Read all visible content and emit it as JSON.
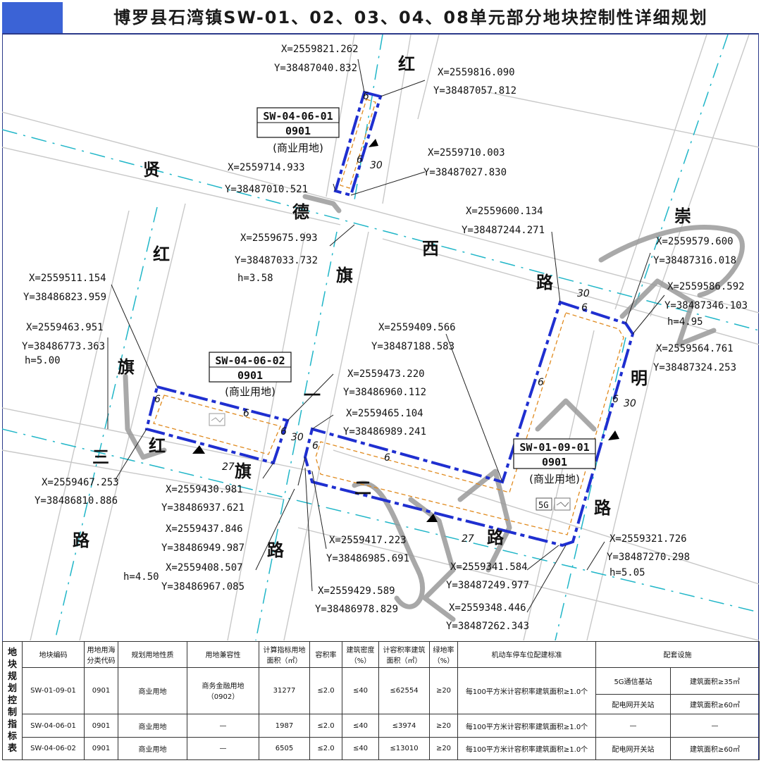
{
  "title": "博罗县石湾镇SW-01、02、03、04、08单元部分地块控制性详细规划",
  "roads": [
    {
      "text": "红",
      "id": "hong1"
    },
    {
      "text": "贤",
      "id": "xian"
    },
    {
      "text": "德",
      "id": "de"
    },
    {
      "text": "红",
      "id": "hong2"
    },
    {
      "text": "西",
      "id": "xi"
    },
    {
      "text": "旗",
      "id": "qi1"
    },
    {
      "text": "崇",
      "id": "chong"
    },
    {
      "text": "路",
      "id": "lu1"
    },
    {
      "text": "旗",
      "id": "qi2"
    },
    {
      "text": "明",
      "id": "ming"
    },
    {
      "text": "一",
      "id": "yi"
    },
    {
      "text": "三",
      "id": "san"
    },
    {
      "text": "红",
      "id": "hong3"
    },
    {
      "text": "旗",
      "id": "qi3"
    },
    {
      "text": "二",
      "id": "er"
    },
    {
      "text": "路",
      "id": "lu2"
    },
    {
      "text": "路",
      "id": "lu3"
    },
    {
      "text": "路",
      "id": "lu4"
    },
    {
      "text": "路",
      "id": "lu5"
    }
  ],
  "coords": [
    {
      "x": "X=2559821.262",
      "y": "Y=38487040.832"
    },
    {
      "x": "X=2559816.090",
      "y": "Y=38487057.812"
    },
    {
      "x": "X=2559710.003",
      "y": "Y=38487027.830"
    },
    {
      "x": "X=2559714.933",
      "y": "Y=38487010.521"
    },
    {
      "x": "X=2559675.993",
      "y": "Y=38487033.732",
      "h": "h=3.58"
    },
    {
      "x": "X=2559600.134",
      "y": "Y=38487244.271"
    },
    {
      "x": "X=2559579.600",
      "y": "Y=38487316.018"
    },
    {
      "x": "X=2559586.592",
      "y": "Y=38487346.103",
      "h": "h=4.95"
    },
    {
      "x": "X=2559564.761",
      "y": "Y=38487324.253"
    },
    {
      "x": "X=2559511.154",
      "y": "Y=38486823.959"
    },
    {
      "x": "X=2559463.951",
      "y": "Y=38486773.363",
      "h": "h=5.00"
    },
    {
      "x": "X=2559409.566",
      "y": "Y=38487188.583"
    },
    {
      "x": "X=2559473.220",
      "y": "Y=38486960.112"
    },
    {
      "x": "X=2559465.104",
      "y": "Y=38486989.241"
    },
    {
      "x": "X=2559467.253",
      "y": "Y=38486810.886"
    },
    {
      "x": "X=2559430.981",
      "y": "Y=38486937.621"
    },
    {
      "x": "X=2559437.846",
      "y": "Y=38486949.987"
    },
    {
      "x": "X=2559408.507",
      "y": "Y=38486967.085",
      "h": "h=4.50"
    },
    {
      "x": "X=2559417.223",
      "y": "Y=38486985.691"
    },
    {
      "x": "X=2559429.589",
      "y": "Y=38486978.829"
    },
    {
      "x": "X=2559341.584",
      "y": "Y=38487249.977"
    },
    {
      "x": "X=2559348.446",
      "y": "Y=38487262.343"
    },
    {
      "x": "X=2559321.726",
      "y": "Y=38487270.298",
      "h": "h=5.05"
    }
  ],
  "plots": [
    {
      "id": "SW-04-06-01",
      "code": "0901",
      "use": "(商业用地)"
    },
    {
      "id": "SW-04-06-02",
      "code": "0901",
      "use": "(商业用地)"
    },
    {
      "id": "SW-01-09-01",
      "code": "0901",
      "use": "(商业用地)"
    }
  ],
  "dims": {
    "d6": "6",
    "d30": "30",
    "d27": "27"
  },
  "icons": {
    "station": "5G"
  },
  "table": {
    "side_title": [
      "地",
      "块",
      "规",
      "划",
      "控",
      "制",
      "指",
      "标",
      "表"
    ],
    "headers": [
      "地块编码",
      "用地用海分类代码",
      "规划用地性质",
      "用地兼容性",
      "计算指标用地面积（㎡）",
      "容积率",
      "建筑密度（%）",
      "计容积率建筑面积（㎡）",
      "绿地率（%）",
      "机动车停车位配建标准",
      "配套设施"
    ],
    "rows": [
      {
        "cells": [
          "SW-01-09-01",
          "0901",
          "商业用地",
          "商务金融用地（0902）",
          "31277",
          "≤2.0",
          "≤40",
          "≤62554",
          "≥20",
          "每100平方米计容积率建筑面积≥1.0个"
        ],
        "facilities": [
          [
            "5G通信基站",
            "建筑面积≥35㎡"
          ],
          [
            "配电网开关站",
            "建筑面积≥60㎡"
          ]
        ]
      },
      {
        "cells": [
          "SW-04-06-01",
          "0901",
          "商业用地",
          "—",
          "1987",
          "≤2.0",
          "≤40",
          "≤3974",
          "≥20",
          "每100平方米计容积率建筑面积≥1.0个"
        ],
        "facilities": [
          [
            "—",
            "—"
          ]
        ]
      },
      {
        "cells": [
          "SW-04-06-02",
          "0901",
          "商业用地",
          "—",
          "6505",
          "≤2.0",
          "≤40",
          "≤13010",
          "≥20",
          "每100平方米计容积率建筑面积≥1.0个"
        ],
        "facilities": [
          [
            "配电网开关站",
            "建筑面积≥60㎡"
          ]
        ]
      }
    ]
  },
  "colors": {
    "boundary": "#1f2fd0",
    "setback": "#e08a1e",
    "road_center": "#20b6c8",
    "road_edge": "#c9c9c9",
    "watermark": "#9a9a9a",
    "title_accent": "#3b63d6"
  }
}
